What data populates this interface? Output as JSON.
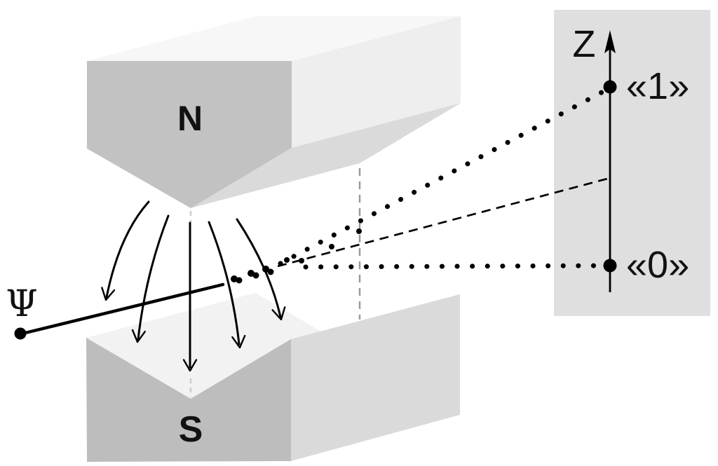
{
  "figure": {
    "magnet": {
      "north_label": "N",
      "south_label": "S"
    },
    "beam": {
      "source_label": "Ψ"
    },
    "screen": {
      "axis_label": "Z",
      "outcome_up_label": "«1»",
      "outcome_down_label": "«0»"
    },
    "colors": {
      "background": "#ffffff",
      "magnet_front_n": "#c2c2c2",
      "magnet_front_s": "#bdbdbd",
      "magnet_top": "#f7f7f7",
      "magnet_side": "#eeeeee",
      "magnet_wedge": "#dadada",
      "groove_left": "#f2f2f2",
      "groove_right": "#e8e8e8",
      "screen": "#dfdfdf",
      "ink": "#000000",
      "guide_dash": "#9a9a9a",
      "tip_dash": "#cccccc",
      "text": "#111111"
    }
  }
}
